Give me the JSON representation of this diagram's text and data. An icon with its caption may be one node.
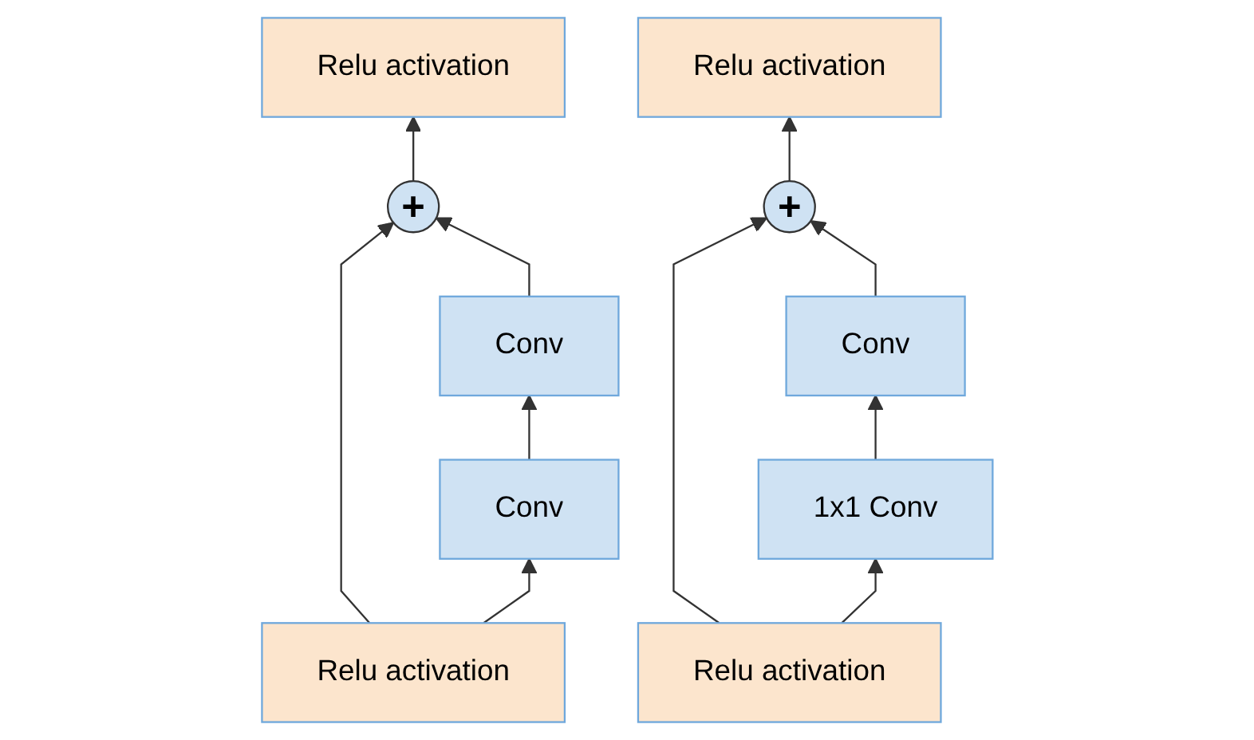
{
  "diagram": {
    "nodes": [
      {
        "text": [
          "Relu activation"
        ]
      },
      {
        "text": [
          "+"
        ]
      },
      {
        "text": [
          "Conv"
        ]
      },
      {
        "text": [
          "Conv"
        ]
      },
      {
        "text": [
          "Relu activation"
        ]
      },
      {
        "text": [
          "Relu activation"
        ]
      },
      {
        "text": [
          "+"
        ]
      },
      {
        "text": [
          "Conv"
        ]
      },
      {
        "text": [
          "1x1 Conv"
        ]
      },
      {
        "text": [
          "Relu activation"
        ]
      }
    ],
    "edges": [
      {
        "from": 4,
        "to": 1,
        "arrow": "to"
      },
      {
        "from": 4,
        "to": 3,
        "arrow": "to"
      },
      {
        "from": 3,
        "to": 2,
        "arrow": "to"
      },
      {
        "from": 2,
        "to": 1,
        "arrow": "to"
      },
      {
        "from": 1,
        "to": 0,
        "arrow": "to"
      },
      {
        "from": 9,
        "to": 6,
        "arrow": "to"
      },
      {
        "from": 9,
        "to": 8,
        "arrow": "to"
      },
      {
        "from": 8,
        "to": 7,
        "arrow": "to"
      },
      {
        "from": 7,
        "to": 6,
        "arrow": "to"
      },
      {
        "from": 6,
        "to": 5,
        "arrow": "to"
      }
    ]
  }
}
